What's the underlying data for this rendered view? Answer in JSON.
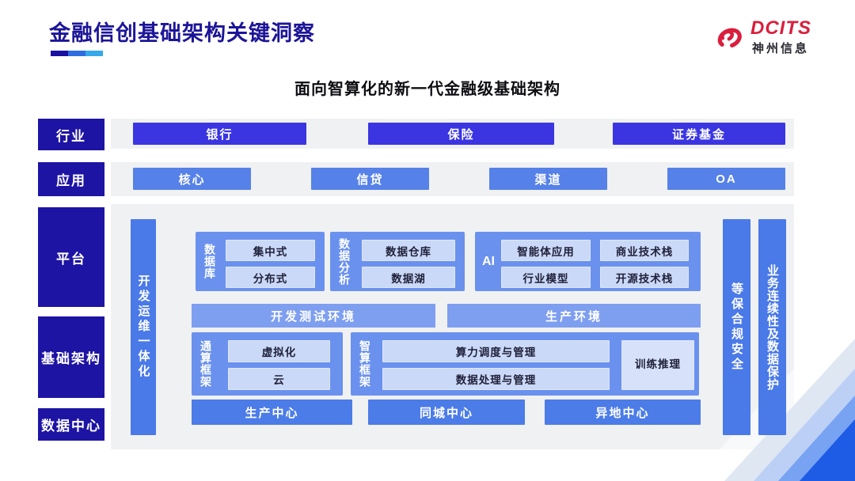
{
  "title": "金融信创基础架构关键洞察",
  "logo": {
    "brand": "DCITS",
    "company": "神州信息"
  },
  "subtitle": "面向智算化的新一代金融级基础架构",
  "rail": {
    "industry": "行业",
    "application": "应用",
    "platform": "平台",
    "infrastructure": "基础架构",
    "datacenter": "数据中心"
  },
  "industry_row": [
    "银行",
    "保险",
    "证券基金"
  ],
  "app_row": [
    "核心",
    "信贷",
    "渠道",
    "OA"
  ],
  "platform_panel": {
    "devops_bar": "开发运维一体化",
    "security_bar": "等保合规安全",
    "continuity_bar": "业务连续性及数据保护",
    "db_group": {
      "label": "数据库",
      "items": [
        "集中式",
        "分布式"
      ]
    },
    "analytics_group": {
      "label": "数据分析",
      "items": [
        "数据仓库",
        "数据湖"
      ]
    },
    "ai_group": {
      "label": "AI",
      "items": [
        "智能体应用",
        "商业技术栈",
        "行业模型",
        "开源技术栈"
      ]
    },
    "env_row": [
      "开发测试环境",
      "生产环境"
    ],
    "general_compute": {
      "label": "通算框架",
      "items": [
        "虚拟化",
        "云"
      ]
    },
    "ai_compute": {
      "label": "智算框架",
      "items": [
        "算力调度与管理",
        "数据处理与管理"
      ],
      "side": "训练推理"
    },
    "centers": [
      "生产中心",
      "同城中心",
      "异地中心"
    ]
  },
  "colors": {
    "title_navy": "#1c1598",
    "rail_navy": "#1d14a4",
    "industry_button": "#3a35e1",
    "app_button": "#5581e8",
    "side_bar_blue": "#4a79e8",
    "group_container": "#6a91ee",
    "env_bar": "#7e9ef0",
    "chip_light": "#cbd9f8",
    "panel_gray": "#f0f1f3",
    "brand_red": "#d91f3d",
    "corner_vivid_blue": "#1e5ce6"
  }
}
